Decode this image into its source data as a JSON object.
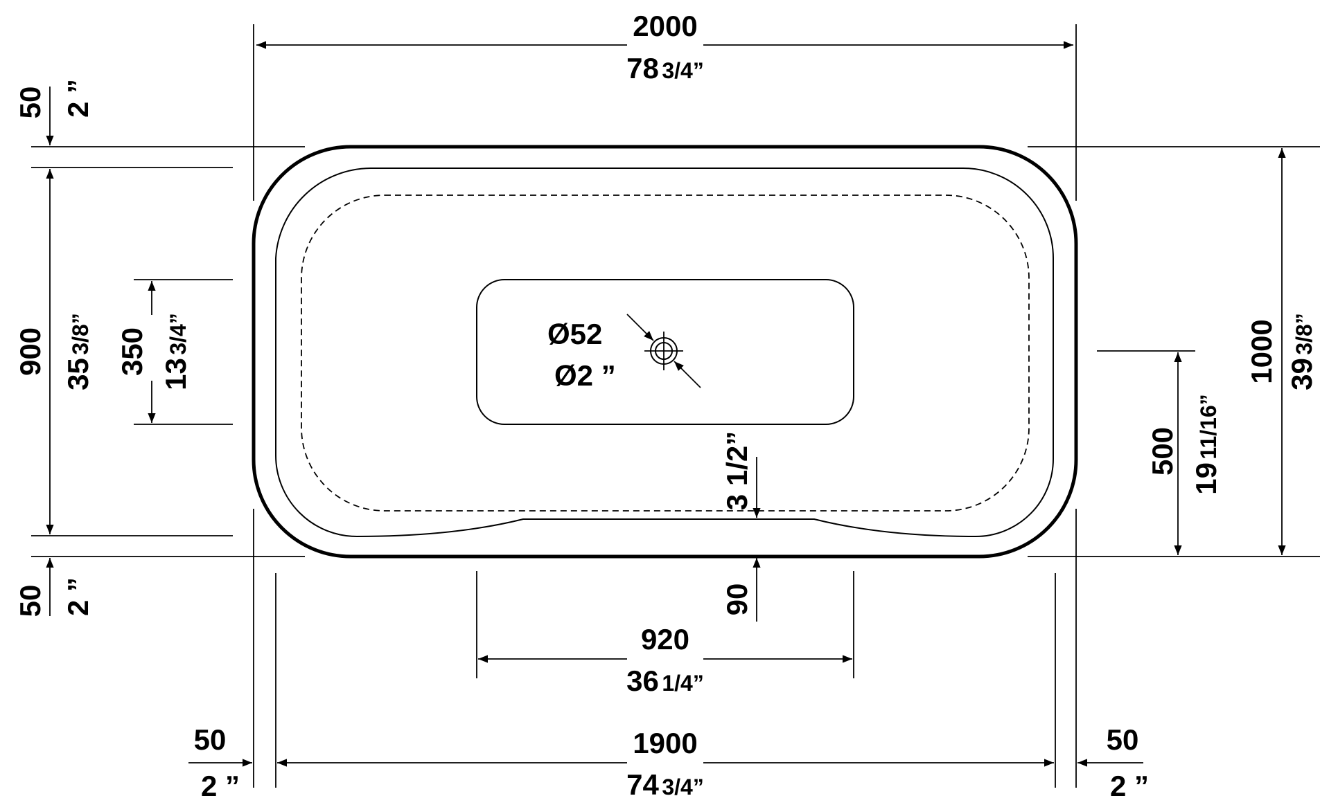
{
  "dimensions": {
    "overall_length": {
      "mm": "2000",
      "in_whole": "78",
      "in_frac": "3/4”"
    },
    "inner_length": {
      "mm": "1900",
      "in_whole": "74",
      "in_frac": "3/4”"
    },
    "left_offset": {
      "mm": "50",
      "in": "2 ”"
    },
    "right_offset": {
      "mm": "50",
      "in": "2 ”"
    },
    "top_offset": {
      "mm": "50",
      "in": "2 ”"
    },
    "bottom_offset": {
      "mm": "50",
      "in": "2 ”"
    },
    "inner_width": {
      "mm": "900",
      "in_whole": "35",
      "in_frac": "3/8”"
    },
    "overall_width": {
      "mm": "1000",
      "in_whole": "39",
      "in_frac": "3/8”"
    },
    "recess_width": {
      "mm": "350",
      "in_whole": "13",
      "in_frac": "3/4”"
    },
    "drain_position": {
      "mm": "500",
      "in_whole": "19",
      "in_frac": "11/16”"
    },
    "recess_length": {
      "mm": "920",
      "in_whole": "36",
      "in_frac": "1/4”"
    },
    "rim_depth": {
      "mm": "90",
      "in": "3 1/2”"
    },
    "drain_diameter": {
      "mm": "Ø52",
      "in": "Ø2 ”"
    }
  }
}
